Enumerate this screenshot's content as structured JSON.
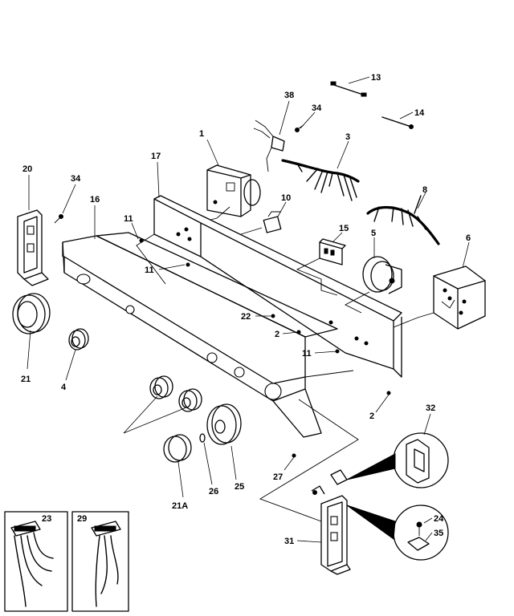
{
  "diagram": {
    "callouts": {
      "p1": "1",
      "p2a": "2",
      "p2b": "2",
      "p3": "3",
      "p4": "4",
      "p5": "5",
      "p6": "6",
      "p8": "8",
      "p10": "10",
      "p11a": "11",
      "p11b": "11",
      "p11c": "11",
      "p13": "13",
      "p14": "14",
      "p15": "15",
      "p16": "16",
      "p17": "17",
      "p20": "20",
      "p21": "21",
      "p21a": "21A",
      "p22": "22",
      "p23": "23",
      "p24": "24",
      "p25": "25",
      "p26": "26",
      "p27": "27",
      "p29": "29",
      "p31": "31",
      "p32": "32",
      "p34a": "34",
      "p34b": "34",
      "p35": "35",
      "p38": "38"
    }
  }
}
